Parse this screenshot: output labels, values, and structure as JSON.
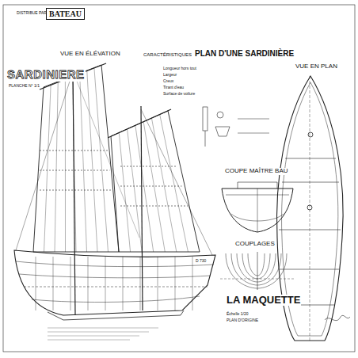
{
  "diagram": {
    "title": "PLAN D'UNE SARDINIÈRE",
    "labels": [
      "DISTRIBUE PAR",
      "BATEAU",
      "SARDINIERE",
      "PLANCHE N° 1/1",
      "VUE EN ÉLÉVATION",
      "CARACTÉRISTIQUES",
      "Longueur hors tout",
      "Largeur",
      "Creux",
      "Tirant d'eau",
      "Surface de voilure",
      "VUE EN PLAN",
      "COUPE MAÎTRE BAU",
      "COUPLAGES",
      "PLAN D'ORIGINE",
      "LA MAQUETTE",
      "Échelle 1/20",
      "D 730"
    ]
  }
}
